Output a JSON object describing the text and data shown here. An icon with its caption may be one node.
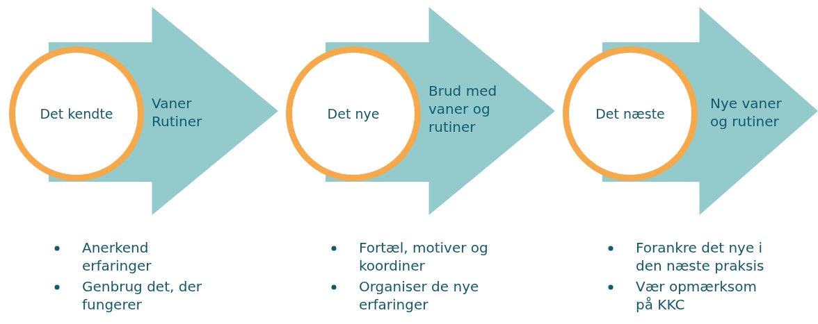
{
  "diagram": {
    "nodes": [
      {
        "text": [
          "Det kendte"
        ]
      },
      {
        "text": [
          "Vaner Rutiner"
        ]
      },
      {
        "text": [
          "Det nye"
        ]
      },
      {
        "text": [
          "Brud med vaner og rutiner"
        ]
      },
      {
        "text": [
          "Det næste"
        ]
      },
      {
        "text": [
          "Nye vaner og rutiner"
        ]
      }
    ],
    "labels": [
      "Anerkend erfaringer",
      "Genbrug det, der fungerer",
      "Fortæl, motiver og koordiner",
      "Organiser de nye erfaringer",
      "Forankre det nye i den næste praksis",
      "Vær opmærksom på KKC"
    ]
  }
}
